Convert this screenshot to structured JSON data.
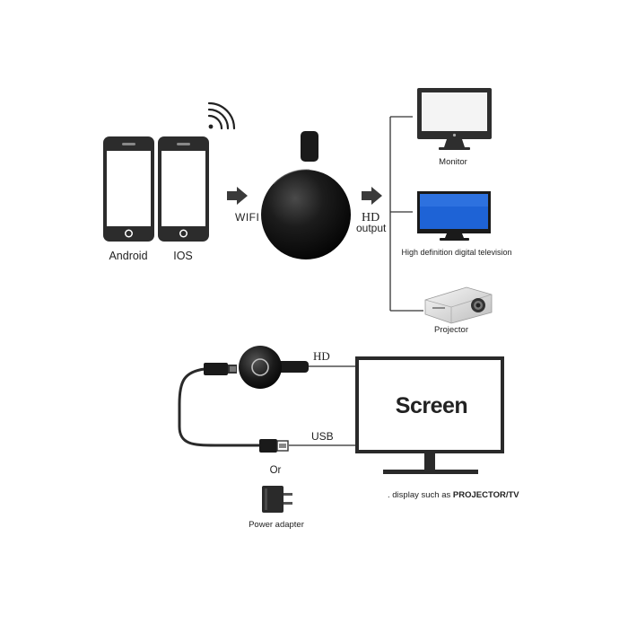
{
  "labels": {
    "android": "Android",
    "ios": "IOS",
    "wifi": "WIFI",
    "hd_output_1": "HD",
    "hd_output_2": "output",
    "monitor": "Monitor",
    "tv": "High definition digital television",
    "projector": "Projector",
    "hd_cable": "HD",
    "usb_cable": "USB",
    "or": "Or",
    "power_adapter": "Power adapter",
    "screen": "Screen",
    "display_caption_prefix": ". display such as ",
    "display_caption_bold": "PROJECTOR/TV"
  },
  "icons": {
    "wifi": "wifi-icon",
    "arrow": "arrow-right-icon",
    "phone": "smartphone-icon",
    "dongle": "hdmi-dongle-icon",
    "monitor": "monitor-icon",
    "tv": "television-icon",
    "projector": "projector-icon",
    "adapter": "power-adapter-icon"
  },
  "colors": {
    "ink": "#222222",
    "device_dark": "#2a2a2a",
    "dongle_black": "#151515",
    "tv_screen": "#1e63d6",
    "monitor_screen": "#f2f2f2",
    "projector_body": "#e7e7e7"
  }
}
